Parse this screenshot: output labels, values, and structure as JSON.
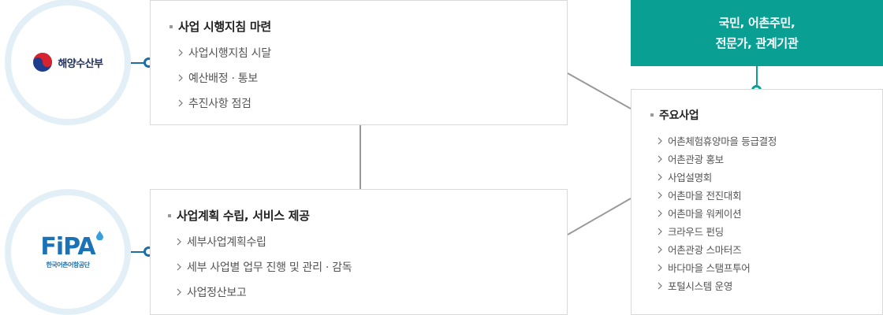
{
  "organizations": {
    "ministry": {
      "name": "해양수산부"
    },
    "fipa": {
      "logo_text": "FiPA",
      "name": "한국어촌어항공단"
    }
  },
  "gov_box": {
    "title": "사업 시행지침 마련",
    "items": [
      "사업시행지침 시달",
      "예산배정 · 통보",
      "추진사항 점검"
    ]
  },
  "fipa_box": {
    "title": "사업계획 수립, 서비스 제공",
    "items": [
      "세부사업계획수립",
      "세부 사업별 업무 진행 및 관리 · 감독",
      "사업정산보고"
    ]
  },
  "public_header": {
    "line1": "국민, 어촌주민,",
    "line2": "전문가, 관계기관"
  },
  "main_box": {
    "title": "주요사업",
    "items": [
      "어촌체험휴양마을 등급결정",
      "어촌관광 홍보",
      "사업설명회",
      "어촌마을 전진대회",
      "어촌마을 워케이션",
      "크라우드 펀딩",
      "어촌관광 스마터즈",
      "바다마을 스탬프투어",
      "포털시스템 운영"
    ]
  },
  "colors": {
    "ministry_blue": "#1d6ea8",
    "teal": "#0a9f93",
    "connector_gray": "#9a9a9a",
    "circle_ring": "#e3eff7"
  }
}
